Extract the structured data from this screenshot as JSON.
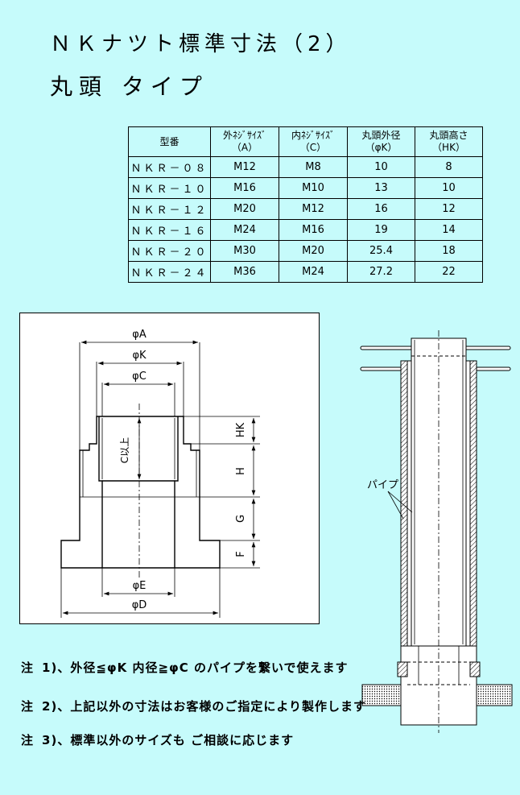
{
  "title": "ＮＫナツト標準寸法（2）",
  "subtitle": "丸頭 タイプ",
  "table": {
    "headers": [
      {
        "line1": "型番",
        "line2": ""
      },
      {
        "line1": "外ﾈｼﾞｻｲｽﾞ",
        "line2": "（A）"
      },
      {
        "line1": "内ﾈｼﾞｻｲｽﾞ",
        "line2": "（C）"
      },
      {
        "line1": "丸頭外径",
        "line2": "（φK）"
      },
      {
        "line1": "丸頭高さ",
        "line2": "（HK）"
      }
    ],
    "rows": [
      [
        "ＮＫＲ－０８",
        "M12",
        "M8",
        "10",
        "8"
      ],
      [
        "ＮＫＲ－１０",
        "M16",
        "M10",
        "13",
        "10"
      ],
      [
        "ＮＫＲ－１２",
        "M20",
        "M12",
        "16",
        "12"
      ],
      [
        "ＮＫＲ－１６",
        "M24",
        "M16",
        "19",
        "14"
      ],
      [
        "ＮＫＲ－２０",
        "M30",
        "M20",
        "25.4",
        "18"
      ],
      [
        "ＮＫＲ－２４",
        "M36",
        "M24",
        "27.2",
        "22"
      ]
    ]
  },
  "drawing": {
    "dim_A": "φA",
    "dim_K": "φK",
    "dim_C": "φC",
    "dim_E": "φE",
    "dim_D": "φD",
    "dim_Hk": "HK",
    "dim_H": "H",
    "dim_G": "G",
    "dim_F": "F",
    "inner_label": "C以上"
  },
  "pipe_label": "パイプ",
  "notes": [
    {
      "prefix": "注",
      "num": "1)",
      "text": "外径≦φK 内径≧φC のパイプを繋いで使えます"
    },
    {
      "prefix": "注",
      "num": "2)",
      "text": "上記以外の寸法はお客様のご指定により製作します"
    },
    {
      "prefix": "注",
      "num": "3)",
      "text": "標準以外のサイズも ご相談に応じます"
    }
  ]
}
